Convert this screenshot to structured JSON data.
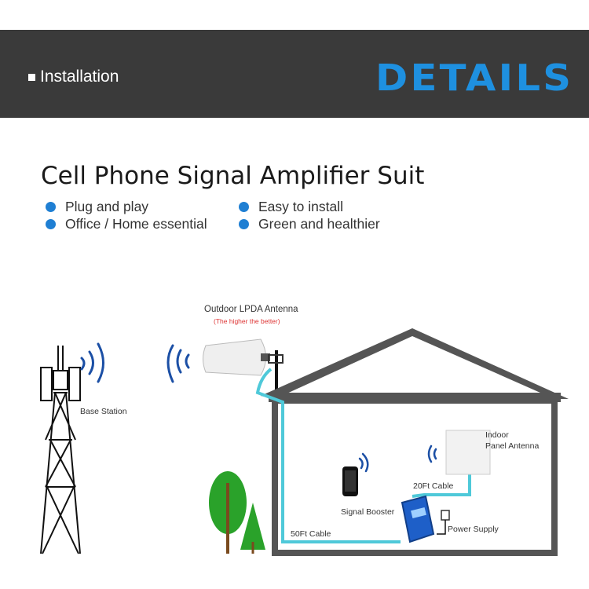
{
  "header": {
    "section_label": "Installation",
    "brand": "DETAILS",
    "brand_color": "#1e90e0"
  },
  "title": "Cell Phone Signal Amplifier Suit",
  "features": [
    "Plug and play",
    "Office / Home essential",
    "Easy to install",
    "Green and healthier"
  ],
  "diagram": {
    "outdoor_antenna": "Outdoor LPDA Antenna",
    "outdoor_note": "(The higher the better)",
    "base_station": "Base Station",
    "indoor_line1": "Indoor",
    "indoor_line2": "Panel Antenna",
    "cable_20": "20Ft Cable",
    "cable_50": "50Ft Cable",
    "signal_booster": "Signal Booster",
    "power_supply": "Power Supply"
  },
  "colors": {
    "cable": "#4fc9d9",
    "bullet": "#1f7fd3",
    "house": "#555555"
  }
}
